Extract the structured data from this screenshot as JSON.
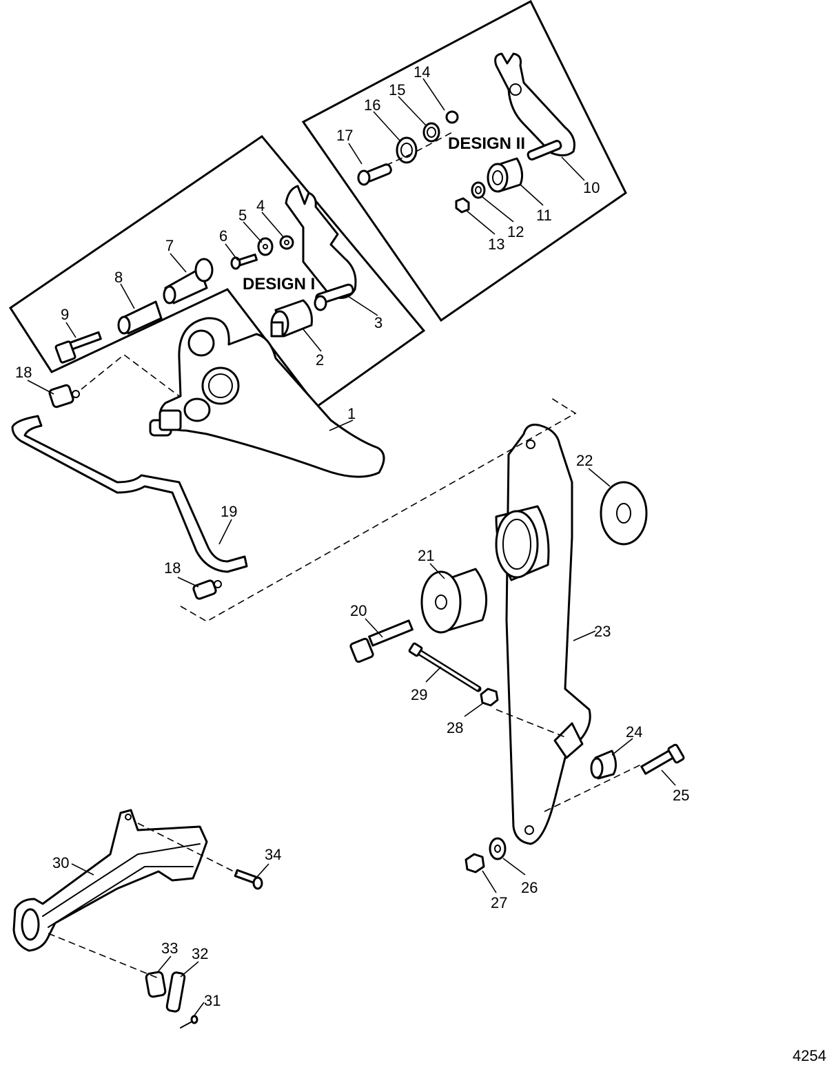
{
  "design_labels": {
    "design_1": "DESIGN I",
    "design_2": "DESIGN II"
  },
  "figure_number": "4254",
  "callouts": [
    "1",
    "2",
    "3",
    "4",
    "5",
    "6",
    "7",
    "8",
    "9",
    "10",
    "11",
    "12",
    "13",
    "14",
    "15",
    "16",
    "17",
    "18",
    "18",
    "19",
    "20",
    "21",
    "22",
    "23",
    "24",
    "25",
    "26",
    "27",
    "28",
    "29",
    "30",
    "31",
    "32",
    "33",
    "34"
  ]
}
